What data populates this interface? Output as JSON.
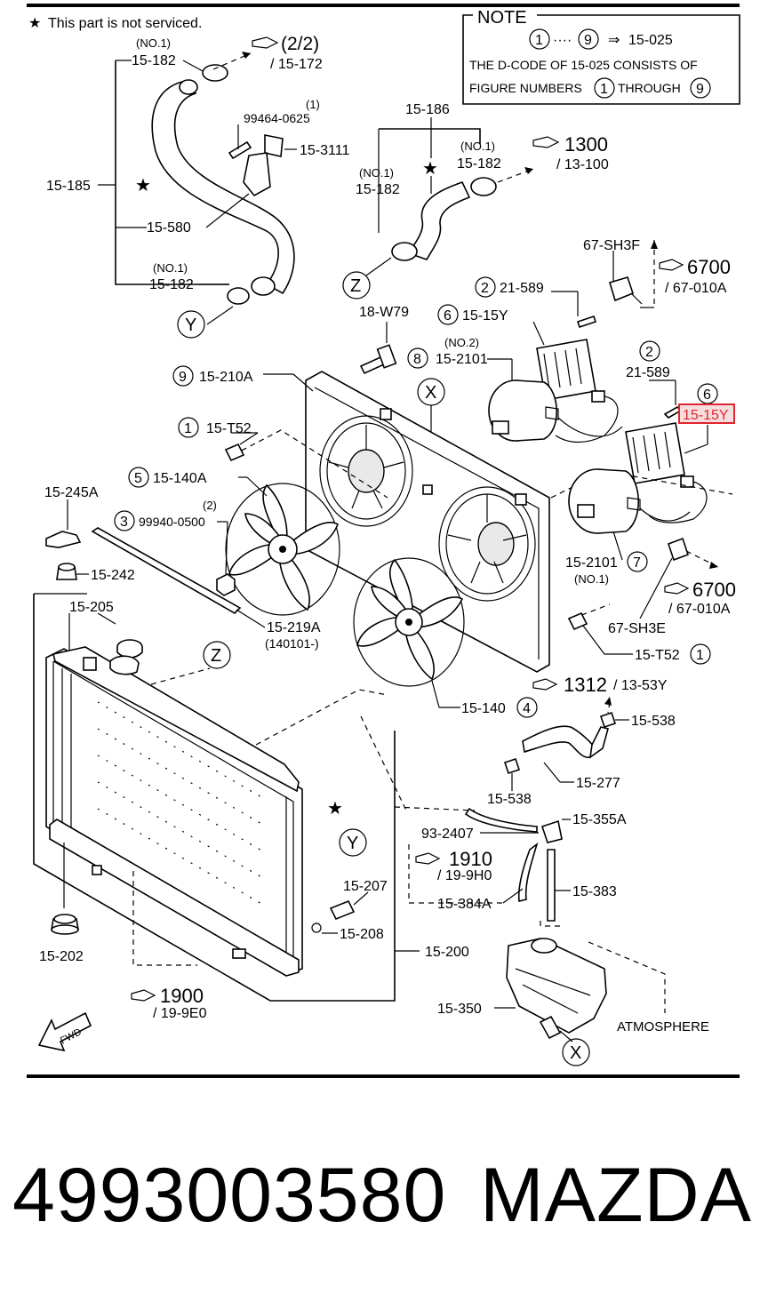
{
  "header": {
    "not_serviced_note": "This part is not serviced."
  },
  "note_box": {
    "title": "NOTE",
    "line1_from": "1",
    "line1_to": "9",
    "line1_arrow": "⇒",
    "line1_ref": "15-025",
    "line2": "THE D-CODE OF  15-025  CONSISTS OF",
    "line3_a": "FIGURE NUMBERS",
    "line3_n1": "1",
    "line3_b": "THROUGH",
    "line3_n2": "9"
  },
  "labels": {
    "no1_a": "(NO.1)",
    "p15_182_a": "15-182",
    "ref_2of2": "(2/2)",
    "ref_15_172": "/ 15-172",
    "p15_185": "15-185",
    "p1_a": "(1)",
    "p99464": "99464-0625",
    "p15_3111": "15-3111",
    "p15_580": "15-580",
    "no1_b": "(NO.1)",
    "p15_182_b": "15-182",
    "p15_186": "15-186",
    "no1_c": "(NO.1)",
    "p15_182_c": "15-182",
    "no1_d": "(NO.1)",
    "p15_182_d": "15-182",
    "ref1300": "1300",
    "ref13_100": "/ 13-100",
    "p67_sh3f": "67-SH3F",
    "ref6700_a": "6700",
    "ref67_010a_a": "/ 67-010A",
    "p21_589_a": "21-589",
    "p15_15y_a": "15-15Y",
    "p18_w79": "18-W79",
    "no2": "(NO.2)",
    "p15_2101_a": "15-2101",
    "p15_210a": "15-210A",
    "p21_589_b": "21-589",
    "p15_15y_b": "15-15Y",
    "p15_t52_a": "15-T52",
    "p15_140a": "15-140A",
    "p15_245a": "15-245A",
    "p2_b": "(2)",
    "p99940": "99940-0500",
    "p15_242": "15-242",
    "p15_205": "15-205",
    "p15_219a": "15-219A",
    "p140101": "(140101-)",
    "p15_2101_b": "15-2101",
    "no1_e": "(NO.1)",
    "ref6700_b": "6700",
    "ref67_010a_b": "/ 67-010A",
    "p67_sh3e": "67-SH3E",
    "p15_t52_b": "15-T52",
    "ref1312": "1312",
    "ref13_53y": "/ 13-53Y",
    "p15_140": "15-140",
    "p15_538_a": "15-538",
    "p15_538_b": "15-538",
    "p15_277": "15-277",
    "p93_2407": "93-2407",
    "p15_355a": "15-355A",
    "ref1910": "1910",
    "ref19_9h0": "/ 19-9H0",
    "p15_383": "15-383",
    "p15_384a": "15-384A",
    "p15_207": "15-207",
    "p15_208": "15-208",
    "p15_200": "15-200",
    "p15_202": "15-202",
    "ref1900": "1900",
    "ref19_9e0": "/ 19-9E0",
    "p15_350": "15-350",
    "atmosphere": "ATMOSPHERE",
    "fwd": "FWD"
  },
  "callouts": {
    "c1": "1",
    "c2": "2",
    "c3": "3",
    "c4": "4",
    "c5": "5",
    "c6": "6",
    "c7": "7",
    "c8": "8",
    "c9": "9",
    "x": "X",
    "y": "Y",
    "z": "Z"
  },
  "footer": {
    "part_number": "4993003580",
    "brand": "MAZDA"
  },
  "highlight": {
    "label": "15-15Y",
    "color": "#e0242f"
  }
}
